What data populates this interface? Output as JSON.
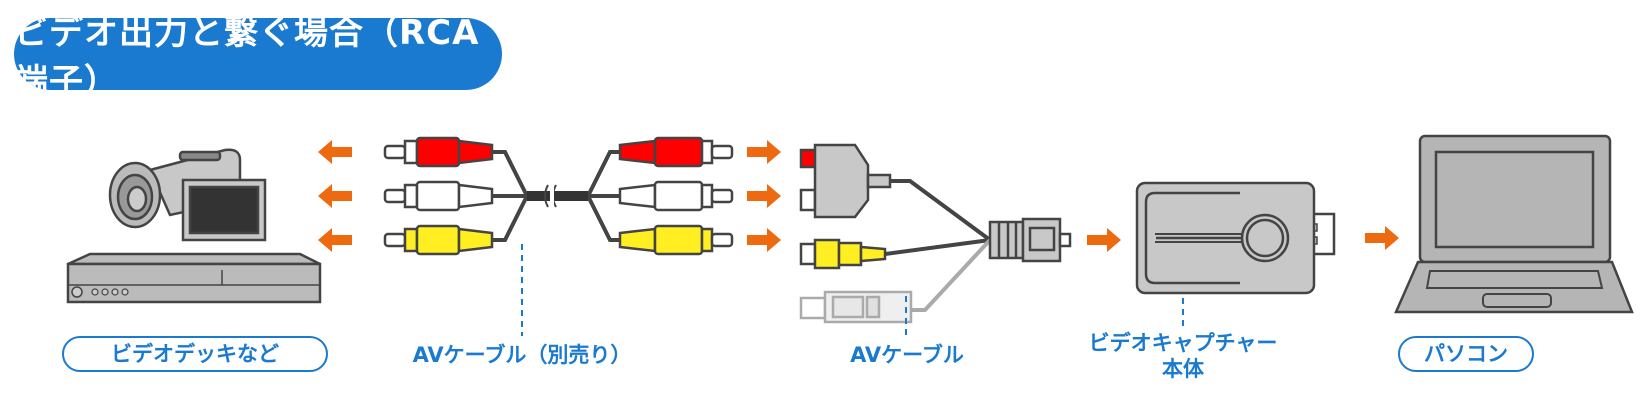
{
  "title": "ビデオ出力と繋ぐ場合（RCA端子）",
  "labels": {
    "source": "ビデオデッキなど",
    "av_cable_sold_separately": "AVケーブル（別売り）",
    "av_cable": "AVケーブル",
    "capture_line1": "ビデオキャプチャー",
    "capture_line2": "本体",
    "pc": "パソコン"
  },
  "colors": {
    "accent_blue": "#1a7acf",
    "arrow_orange": "#ee6a10",
    "plug_red": "#ff0000",
    "plug_yellow": "#ffee22",
    "plug_white": "#ffffff",
    "device_gray": "#c8c8c8",
    "outline": "#444444"
  }
}
